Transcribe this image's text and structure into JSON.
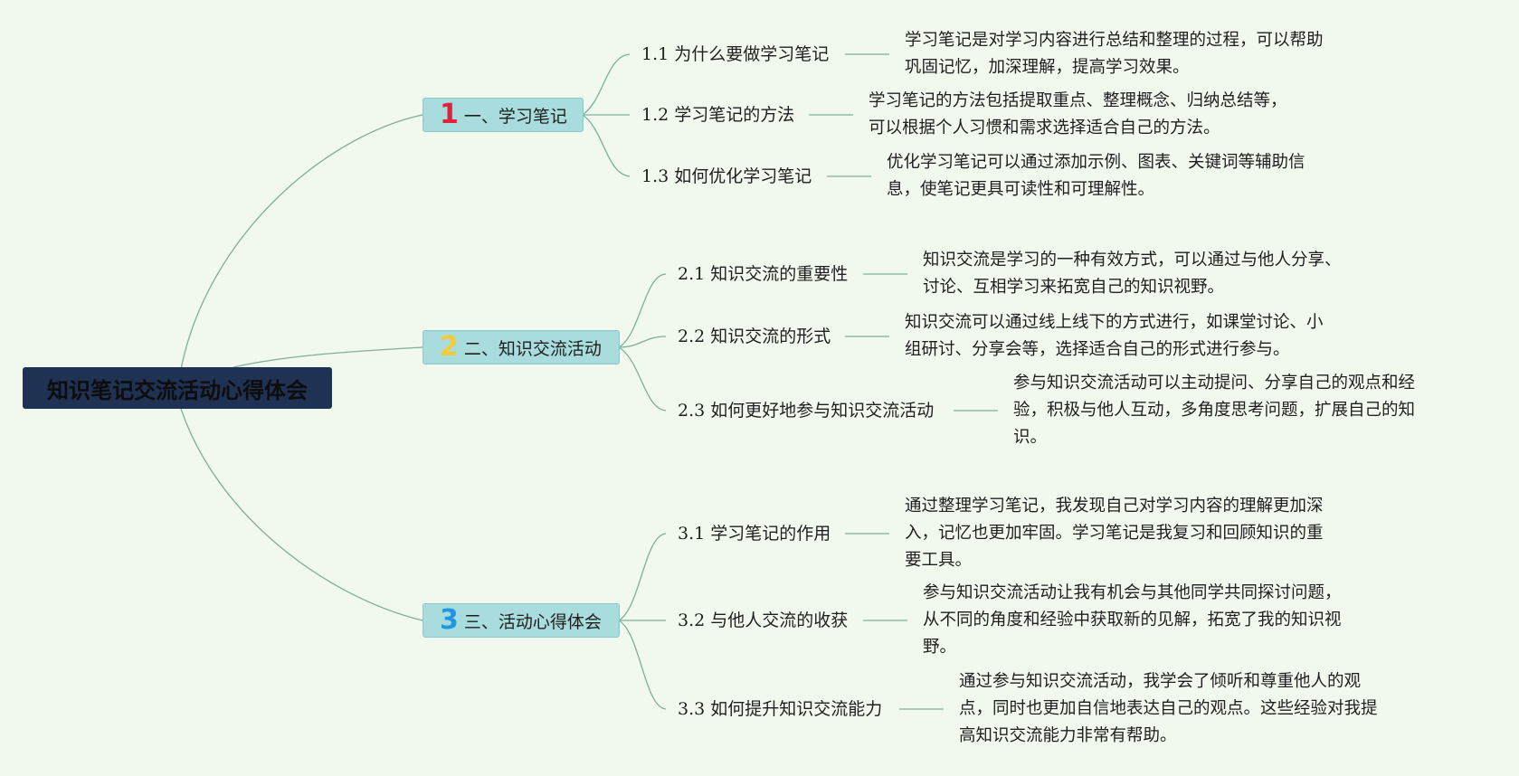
{
  "root": {
    "label": "知识笔记交流活动心得体会"
  },
  "colors": {
    "background": "#f1f8ee",
    "root_fill": "#1f3253",
    "branch_fill": "#a9dcdc",
    "connector": "#7fae9a",
    "marker_1": "#e0223f",
    "marker_2": "#f2cc3b",
    "marker_3": "#2196e3"
  },
  "branches": [
    {
      "marker": "1",
      "label": "一、学习笔记",
      "children": [
        {
          "label": "1.1 为什么要做学习笔记",
          "detail": "学习笔记是对学习内容进行总结和整理的过程，可以帮助\n巩固记忆，加深理解，提高学习效果。"
        },
        {
          "label": "1.2 学习笔记的方法",
          "detail": "学习笔记的方法包括提取重点、整理概念、归纳总结等，\n可以根据个人习惯和需求选择适合自己的方法。"
        },
        {
          "label": "1.3 如何优化学习笔记",
          "detail": "优化学习笔记可以通过添加示例、图表、关键词等辅助信\n息，使笔记更具可读性和可理解性。"
        }
      ]
    },
    {
      "marker": "2",
      "label": "二、知识交流活动",
      "children": [
        {
          "label": "2.1 知识交流的重要性",
          "detail": "知识交流是学习的一种有效方式，可以通过与他人分享、\n讨论、互相学习来拓宽自己的知识视野。"
        },
        {
          "label": "2.2 知识交流的形式",
          "detail": "知识交流可以通过线上线下的方式进行，如课堂讨论、小\n组研讨、分享会等，选择适合自己的形式进行参与。"
        },
        {
          "label": "2.3 如何更好地参与知识交流活动",
          "detail": "参与知识交流活动可以主动提问、分享自己的观点和经\n验，积极与他人互动，多角度思考问题，扩展自己的知\n识。"
        }
      ]
    },
    {
      "marker": "3",
      "label": "三、活动心得体会",
      "children": [
        {
          "label": "3.1 学习笔记的作用",
          "detail": "通过整理学习笔记，我发现自己对学习内容的理解更加深\n入，记忆也更加牢固。学习笔记是我复习和回顾知识的重\n要工具。"
        },
        {
          "label": "3.2 与他人交流的收获",
          "detail": "参与知识交流活动让我有机会与其他同学共同探讨问题，\n从不同的角度和经验中获取新的见解，拓宽了我的知识视\n野。"
        },
        {
          "label": "3.3 如何提升知识交流能力",
          "detail": "通过参与知识交流活动，我学会了倾听和尊重他人的观\n点，同时也更加自信地表达自己的观点。这些经验对我提\n高知识交流能力非常有帮助。"
        }
      ]
    }
  ]
}
